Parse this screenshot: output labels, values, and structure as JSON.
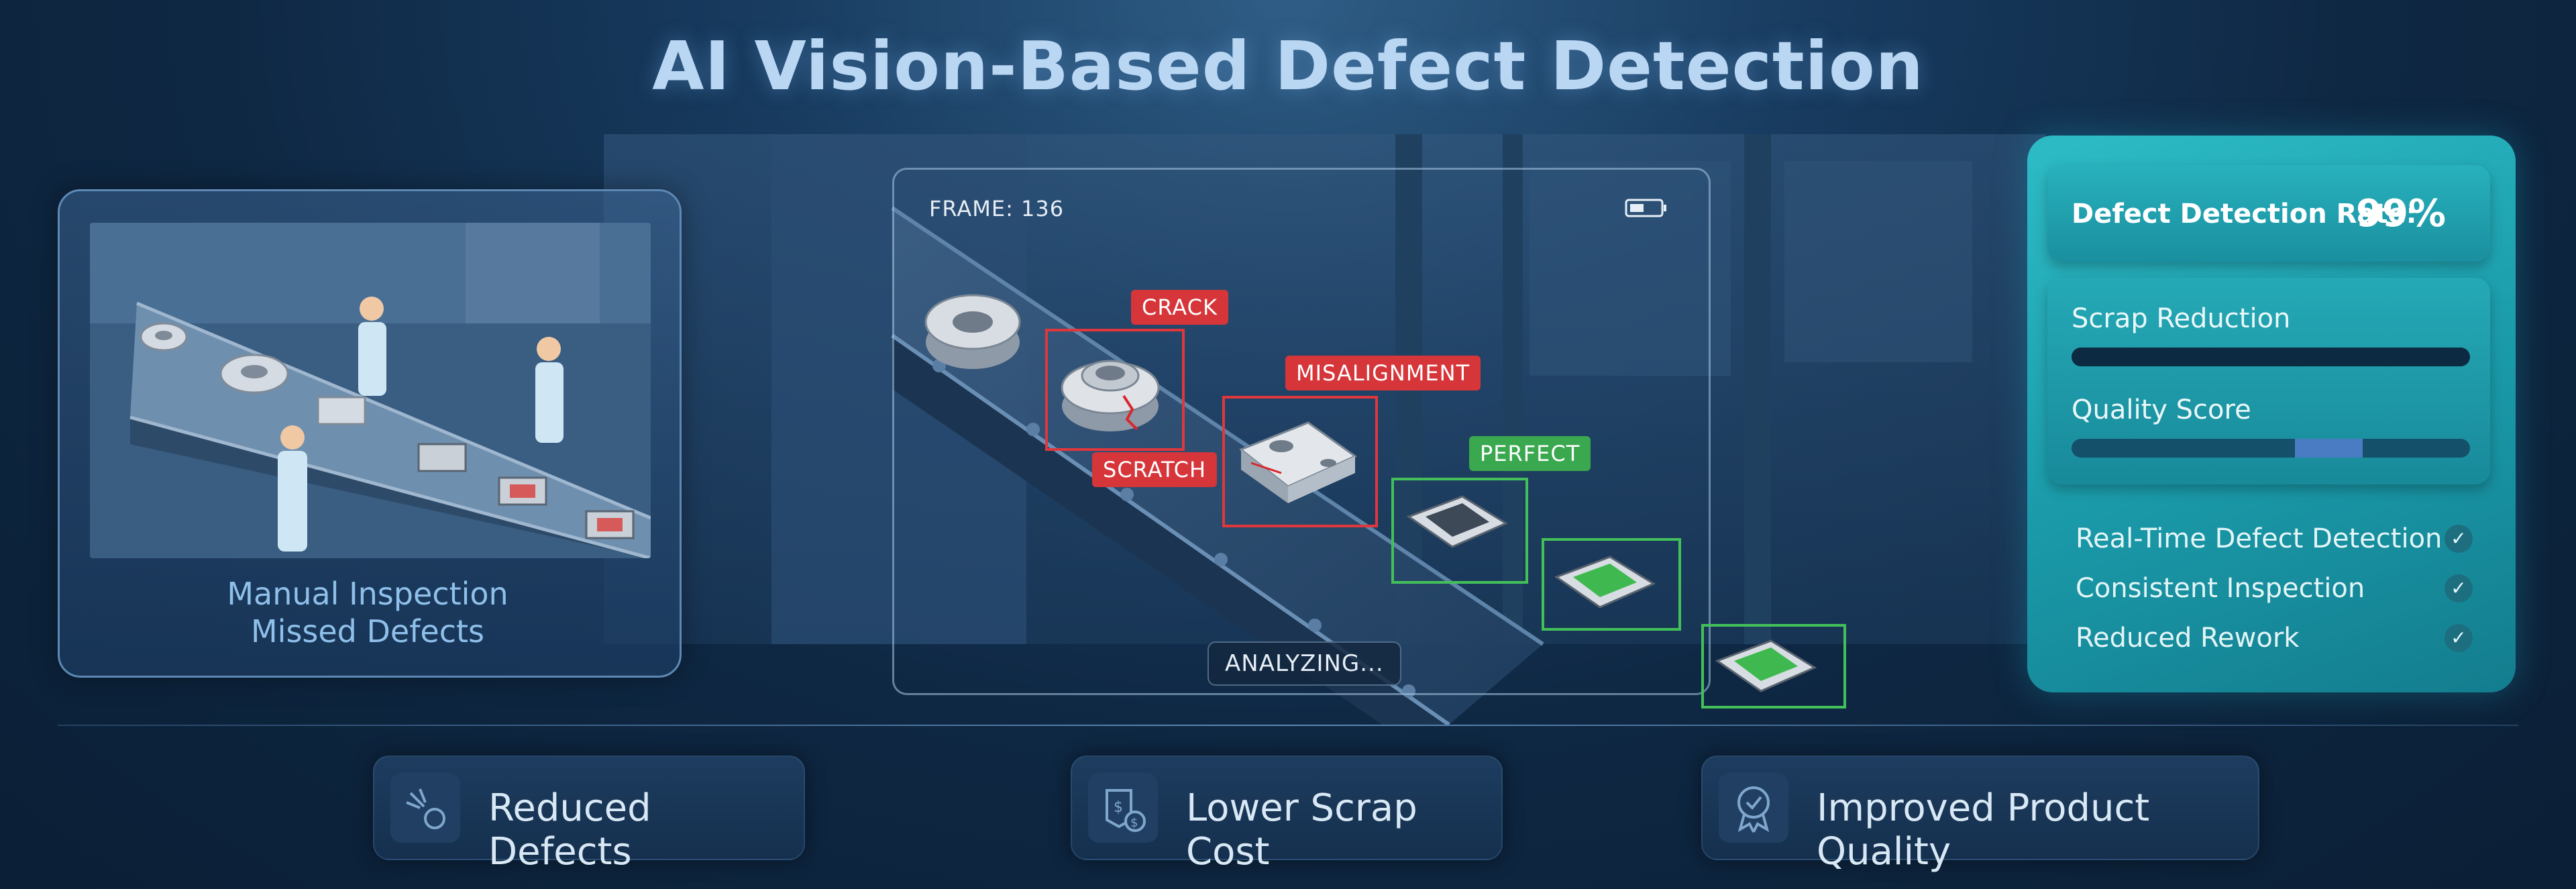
{
  "title": "AI Vision-Based Defect Detection",
  "manual_panel": {
    "caption_line1": "Manual Inspection",
    "caption_line2": "Missed Defects"
  },
  "camera_view": {
    "frame_label": "FRAME: 136",
    "status": "ANALYZING...",
    "detections": [
      {
        "label": "CRACK",
        "status": "defect"
      },
      {
        "label": "SCRATCH",
        "status": "defect"
      },
      {
        "label": "MISALIGNMENT",
        "status": "defect"
      },
      {
        "label": "PERFECT",
        "status": "ok"
      }
    ]
  },
  "metrics": {
    "detection_rate_label": "Defect Detection Rate:",
    "detection_rate_value": "99%",
    "bars": [
      {
        "label": "Scrap Reduction",
        "level": 1.0
      },
      {
        "label": "Quality Score",
        "level_start": 0.56,
        "level_end": 0.73
      }
    ],
    "features": [
      "Real-Time Defect Detection",
      "Consistent Inspection",
      "Reduced Rework"
    ]
  },
  "benefits": [
    {
      "label": "Reduced Defects",
      "icon": "defect-burst-icon"
    },
    {
      "label": "Lower Scrap Cost",
      "icon": "scrap-cost-icon"
    },
    {
      "label": "Improved Product Quality",
      "icon": "quality-badge-icon"
    }
  ],
  "colors": {
    "defect": "#e0373c",
    "ok": "#43c05a",
    "panel_accent": "#1fa6b3",
    "bar_fill": "#4a7cc4"
  }
}
